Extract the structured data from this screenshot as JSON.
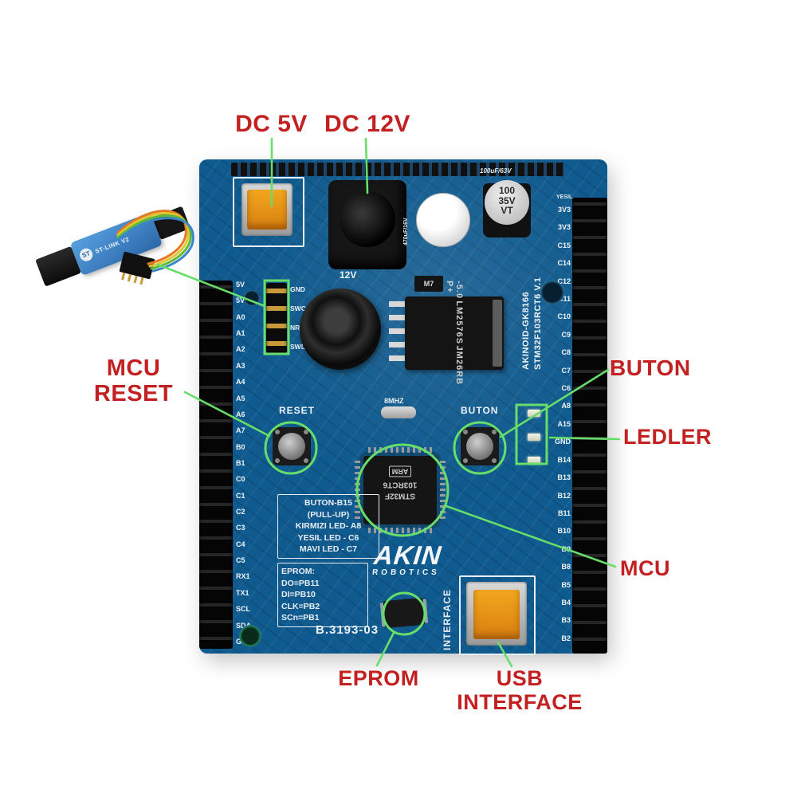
{
  "annotations": {
    "dc5v": "DC 5V",
    "dc12v": "DC 12V",
    "mcu_reset": "MCU RESET",
    "buton": "BUTON",
    "ledler": "LEDLER",
    "mcu": "MCU",
    "eprom": "EPROM",
    "usb_interface": "USB INTERFACE"
  },
  "colors": {
    "annotation_red": "#C32121",
    "callout_green": "#67DE6A",
    "board_blue": "#0F5A8E",
    "silk_white": "#EEF3F8"
  },
  "board": {
    "name_line1": "AKINOID-GK8166",
    "name_line2": "STM32F103RCT6 V.1",
    "logo_line1": "AKIN",
    "logo_line2": "ROBOTICS",
    "serial": "B.3193-03",
    "interface_vertical": "INTERFACE",
    "silk_reset": "RESET",
    "silk_buton": "BUTON",
    "silk_12v": "12V",
    "silk_8mhz": "8MHZ",
    "silk_m7": "M7",
    "silk_cap_top": "100uF/63V",
    "silk_cap_white": "470uF/16V",
    "silk_yesil": "YESIL",
    "cap_marking": [
      "100",
      "35V",
      "VT"
    ],
    "regulator_marking": [
      "JM26RB",
      "LM2576S",
      "-5.0 P+"
    ],
    "mcu_marking": [
      "STM32F",
      "103RCT6"
    ],
    "mcu_arm": "ARM",
    "info_box_lines": [
      "BUTON-B15",
      "(PULL-UP)",
      "KIRMIZI LED- A8",
      "YESIL LED - C6",
      "MAVI LED - C7"
    ],
    "eprom_box_lines": [
      "EPROM:",
      "DO=PB11",
      "DI=PB10",
      "CLK=PB2",
      "SCn=PB1"
    ],
    "swd_labels": [
      "GND",
      "SWC",
      "NRS",
      "SWD"
    ],
    "left_pins": [
      "5V",
      "5V",
      "A0",
      "A1",
      "A2",
      "A3",
      "A4",
      "A5",
      "A6",
      "A7",
      "B0",
      "B1",
      "C0",
      "C1",
      "C2",
      "C3",
      "C4",
      "C5",
      "RX1",
      "TX1",
      "SCL",
      "SDA",
      "GND"
    ],
    "right_pins": [
      "3V3",
      "3V3",
      "C15",
      "C14",
      "C12",
      "C11",
      "C10",
      "C9",
      "C8",
      "C7",
      "C6",
      "A8",
      "A15",
      "GND",
      "B14",
      "B13",
      "B12",
      "B11",
      "B10",
      "B9",
      "B8",
      "B5",
      "B4",
      "B3",
      "B2"
    ]
  },
  "dongle": {
    "logo": "ST",
    "label": "ST-LINK V2"
  }
}
